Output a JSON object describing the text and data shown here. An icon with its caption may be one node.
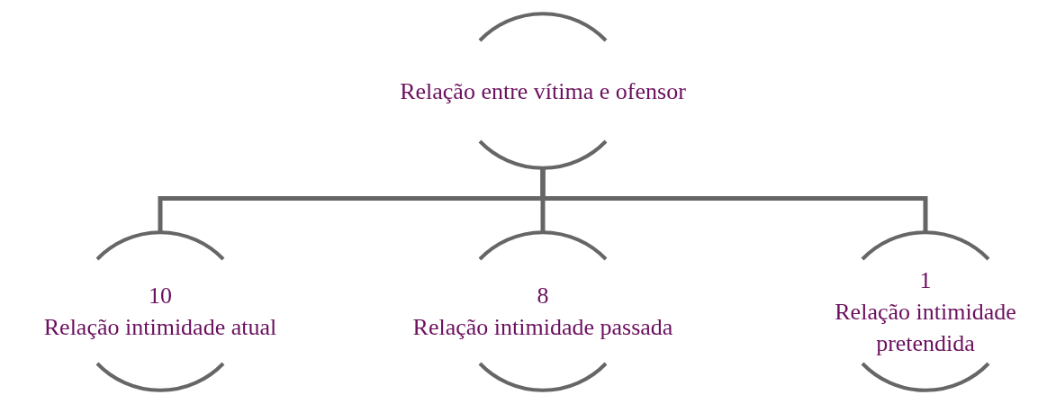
{
  "diagram": {
    "nodes": [
      {
        "text": [
          "Relação entre vítima e ofensor"
        ]
      },
      {
        "text": [
          "10",
          "Relação intimidade atual"
        ]
      },
      {
        "text": [
          "8",
          "Relação intimidade passada"
        ]
      },
      {
        "text": [
          "1",
          "Relação intimidade pretendida"
        ]
      }
    ],
    "edges": [
      {
        "from": 0,
        "to": 1,
        "arrow": "none"
      },
      {
        "from": 0,
        "to": 2,
        "arrow": "none"
      },
      {
        "from": 0,
        "to": 3,
        "arrow": "none"
      }
    ]
  }
}
